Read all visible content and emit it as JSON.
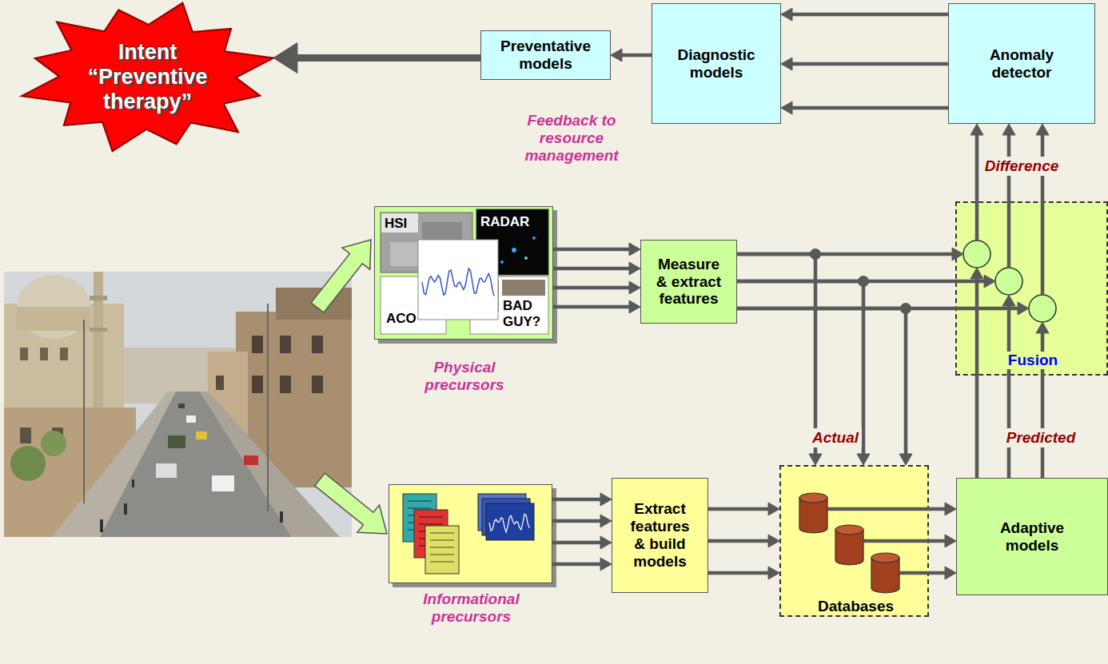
{
  "diagram": {
    "nodes": [
      {
        "text": [
          "Intent “Preventive therapy”"
        ]
      },
      {
        "text": [
          "Preventative models"
        ]
      },
      {
        "text": [
          "Diagnostic models"
        ]
      },
      {
        "text": [
          "Anomaly detector"
        ]
      },
      {
        "text": [
          "HSI",
          "RADAR",
          "ACO",
          "BAD GUY?",
          "Physical precursors"
        ]
      },
      {
        "text": [
          "Measure & extract features"
        ]
      },
      {
        "text": [
          "Fusion"
        ]
      },
      {
        "text": [
          "Informational precursors"
        ]
      },
      {
        "text": [
          "Extract features & build models"
        ]
      },
      {
        "text": [
          "Databases"
        ]
      },
      {
        "text": [
          "Adaptive models"
        ]
      }
    ],
    "edges": [
      {
        "from": 1,
        "to": 0,
        "arrow": "to"
      },
      {
        "from": 2,
        "to": 1,
        "arrow": "to"
      },
      {
        "from": 3,
        "to": 2,
        "arrow": "to"
      },
      {
        "from": 6,
        "to": 3,
        "label": "Difference",
        "arrow": "to"
      },
      {
        "from": 4,
        "to": 5,
        "arrow": "to"
      },
      {
        "from": 5,
        "to": 6,
        "arrow": "to"
      },
      {
        "from": 5,
        "to": 9,
        "label": "Actual",
        "arrow": "to"
      },
      {
        "from": 7,
        "to": 8,
        "arrow": "to"
      },
      {
        "from": 8,
        "to": 9,
        "arrow": "to"
      },
      {
        "from": 9,
        "to": 10,
        "arrow": "to"
      },
      {
        "from": 10,
        "to": 6,
        "label": "Predicted",
        "arrow": "to"
      }
    ],
    "labels": [
      "Feedback to resource management"
    ]
  }
}
